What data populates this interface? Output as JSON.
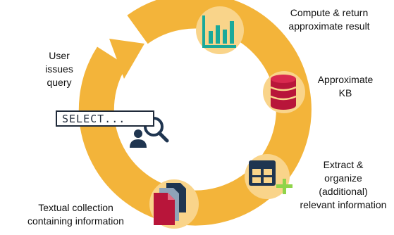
{
  "steps": {
    "user_query": "User\nissues\nquery",
    "compute": "Compute & return\napproximate result",
    "kb": "Approximate\nKB",
    "extract": "Extract &\norganize\n(additional)\nrelevant information",
    "textual": "Textual collection\ncontaining information"
  },
  "query_box": {
    "text": "SELECT..."
  },
  "icons": [
    "bar-chart-icon",
    "database-icon",
    "table-plus-icon",
    "documents-icon",
    "search-user-icon"
  ],
  "colors": {
    "ring": "#f3b43a",
    "icon_circle": "#f9d48a",
    "teal": "#1aa99a",
    "crimson": "#b8153a",
    "navy": "#1f2a3a",
    "green": "#8fd44a"
  }
}
